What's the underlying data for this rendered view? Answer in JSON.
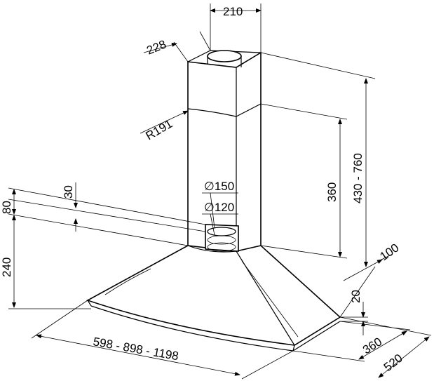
{
  "title": "Chimney hood dimension drawing",
  "dimensions": {
    "chimney_width": "210",
    "chimney_depth": "228",
    "radius": "R191",
    "total_height": "430 - 760",
    "chimney_lower_height": "360",
    "duct_outer": "150",
    "duct_inner": "120",
    "offset_30": "30",
    "offset_80": "80",
    "hood_height": "240",
    "wall_gap": "100",
    "rim_20": "20",
    "depth_360": "360",
    "depth_520": "520",
    "widths": "598 - 898 - 1198"
  },
  "symbols": {
    "diameter": "∅"
  }
}
